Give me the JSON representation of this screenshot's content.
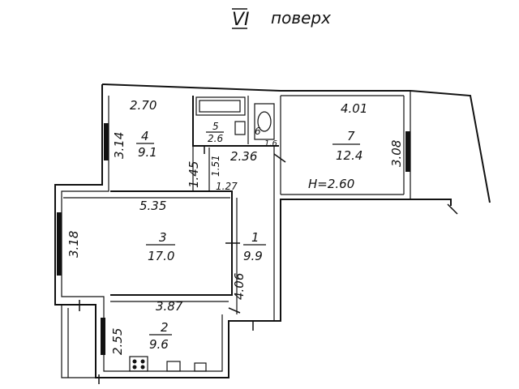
{
  "title": {
    "roman": "VI",
    "word": "поверх"
  },
  "rooms": [
    {
      "id": "r1",
      "number": "1",
      "area": "9.9"
    },
    {
      "id": "r2",
      "number": "2",
      "area": "9.6"
    },
    {
      "id": "r3",
      "number": "3",
      "area": "17.0"
    },
    {
      "id": "r4",
      "number": "4",
      "area": "9.1"
    },
    {
      "id": "r5",
      "number": "5",
      "area": "2.6"
    },
    {
      "id": "r6",
      "number": "6",
      "area": "1.6"
    },
    {
      "id": "r7",
      "number": "7",
      "area": "12.4"
    }
  ],
  "dimensions": {
    "d270": "2.70",
    "d314": "3.14",
    "d401": "4.01",
    "d308": "3.08",
    "d236": "2.36",
    "d145": "1.45",
    "d151": "1.51",
    "d127": "1.27",
    "d535": "5.35",
    "d318": "3.18",
    "d406": "4.06",
    "d387": "3.87",
    "d255": "2.55"
  },
  "ceiling_height": "H=2.60"
}
